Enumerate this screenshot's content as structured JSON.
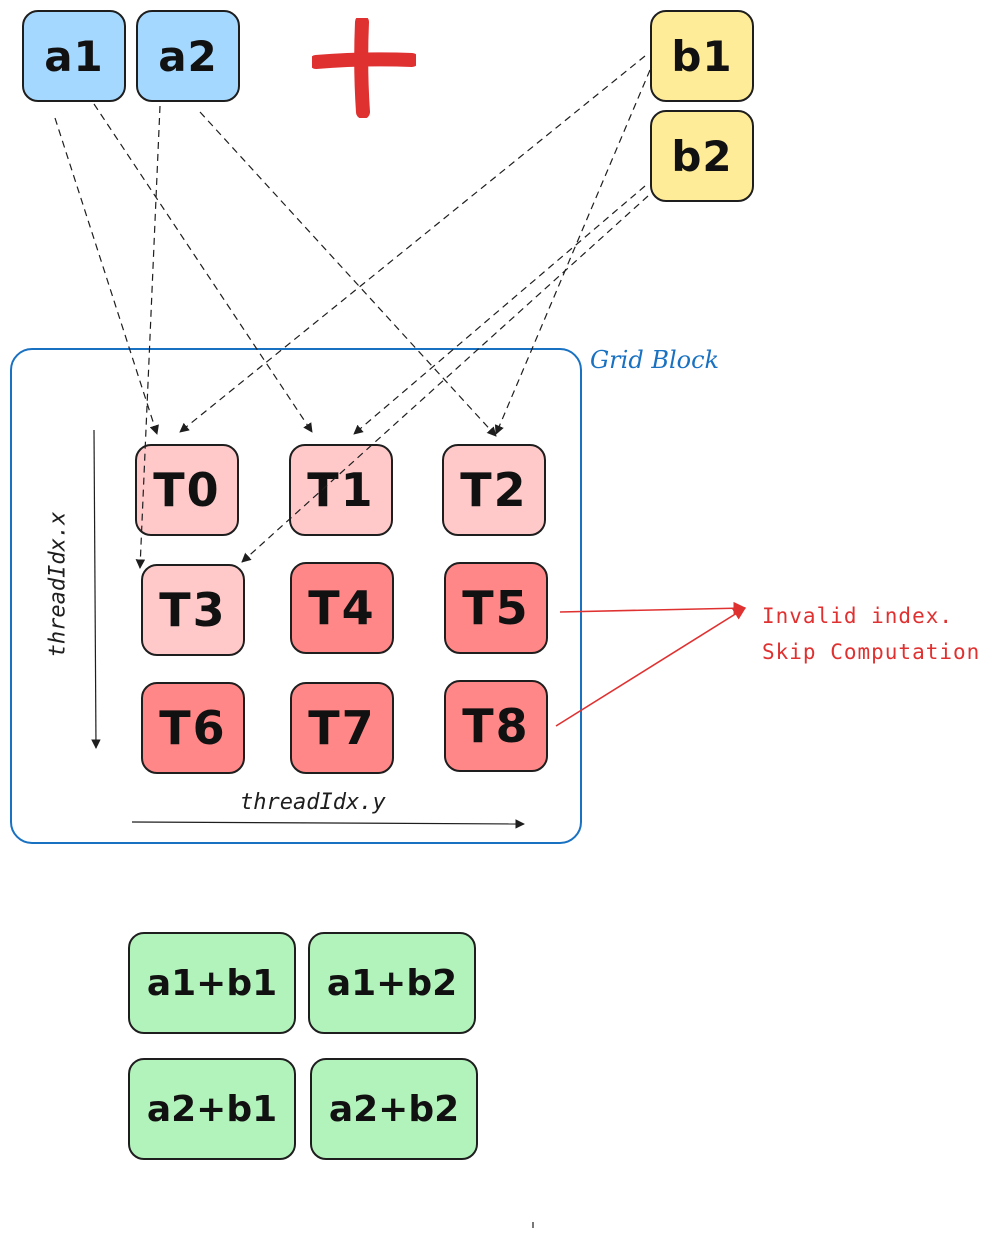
{
  "inputs": {
    "a": [
      "a1",
      "a2"
    ],
    "b": [
      "b1",
      "b2"
    ]
  },
  "operator_icon": "plus-icon",
  "grid": {
    "title": "Grid Block",
    "x_axis_label": "threadIdx.x",
    "y_axis_label": "threadIdx.y",
    "threads": [
      "T0",
      "T1",
      "T2",
      "T3",
      "T4",
      "T5",
      "T6",
      "T7",
      "T8"
    ]
  },
  "note": {
    "line1": "Invalid index.",
    "line2": "Skip Computation"
  },
  "results": [
    "a1+b1",
    "a1+b2",
    "a2+b1",
    "a2+b2"
  ],
  "colors": {
    "input_a": "#a5d8ff",
    "input_b": "#ffec99",
    "valid_thread": "#ffc9c9",
    "invalid_thread": "#ff8787",
    "result": "#b2f2bb",
    "grid_border": "#1971c2",
    "note": "#e03131",
    "plus": "#e03131"
  }
}
